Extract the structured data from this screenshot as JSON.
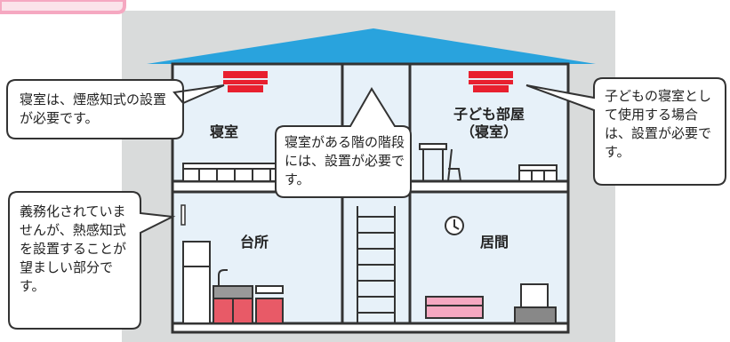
{
  "colors": {
    "background_panel": "#d9dbdb",
    "roof": "#29a3dd",
    "house_wall": "#e7f1f9",
    "outline": "#333333",
    "alarm": "#e8202f",
    "header_tab": "#f5a8c1",
    "kitchen_accent": "#e85a67"
  },
  "callouts": {
    "bedroom": "寝室は、煙感知式の設置が必要です。",
    "stairs": "寝室がある階の階段には、設置が必要です。",
    "kids_room": "子どもの寝室として使用する場合は、設置が必要です。",
    "kitchen": "義務化されていませんが、熱感知式を設置することが望ましい部分です。"
  },
  "rooms": {
    "bedroom": "寝室",
    "kids_room_line1": "子ども部屋",
    "kids_room_line2": "（寝室）",
    "kitchen": "台所",
    "living": "居間"
  },
  "icons": [
    "smoke-alarm-icon",
    "smoke-alarm-icon",
    "clock-icon",
    "refrigerator-icon",
    "sink-icon",
    "sofa-icon",
    "tv-icon",
    "bed-icon",
    "chair-icon",
    "desk-icon",
    "ladder-icon"
  ]
}
